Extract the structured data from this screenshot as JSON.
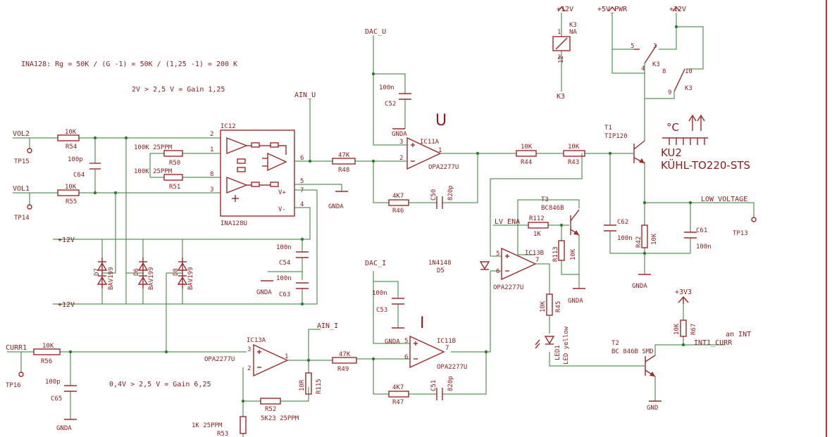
{
  "notes": {
    "ina128_formula": "INA128:  Rg = 50K / (G -1)  = 50K / (1,25 -1)  = 200 K",
    "gain_v": "2V > 2,5 V  = Gain 1,25",
    "gain_i": "0,4V > 2,5 V  = Gain 6,25"
  },
  "nets": {
    "vol2": "VOL2",
    "vol1": "VOL1",
    "curr1": "CURR1",
    "ain_u": "AIN_U",
    "ain_i": "AIN_I",
    "dac_u": "DAC_U",
    "dac_i": "DAC_I",
    "lv_ena": "LV_ENA",
    "low_voltage": "LOW_VOLTAGE",
    "int1_curr": "INT1_CURR",
    "an_int": "an INT",
    "p12v_a": "+12V",
    "p12v_b": "+12V",
    "p12v_left1": "+12V",
    "p12v_left2": "+12V",
    "p5v_pwr": "+5V_PWR",
    "p3v3": "+3V3",
    "k3_net": "K3"
  },
  "grounds": {
    "g1": "GNDA",
    "g2": "GNDA",
    "g3": "GNDA",
    "g4": "GNDA",
    "g5": "GNDA",
    "g6": "GNDA",
    "g7": "GNDA",
    "g8": "GNDA",
    "g9": "GNDA",
    "gnd": "GND"
  },
  "testpoints": {
    "tp15": "TP15",
    "tp14": "TP14",
    "tp16": "TP16",
    "tp13": "TP13"
  },
  "resistors": {
    "r54": {
      "ref": "R54",
      "val": "10K"
    },
    "r55": {
      "ref": "R55",
      "val": "10K"
    },
    "r50": {
      "ref": "R50",
      "val": "100K 25PPM"
    },
    "r51": {
      "ref": "R51",
      "val": "100K 25PPM"
    },
    "r48": {
      "ref": "R48",
      "val": "47K"
    },
    "r46": {
      "ref": "R46",
      "val": "4K7"
    },
    "r44": {
      "ref": "R44",
      "val": "10K"
    },
    "r43": {
      "ref": "R43",
      "val": "10K"
    },
    "r112": {
      "ref": "R112",
      "val": "1K"
    },
    "r113": {
      "ref": "R113",
      "val": "10K"
    },
    "r42": {
      "ref": "R42",
      "val": "10K"
    },
    "r45": {
      "ref": "R45",
      "val": "10K"
    },
    "r67": {
      "ref": "R67",
      "val": "10K"
    },
    "r56": {
      "ref": "R56",
      "val": "10K"
    },
    "r49": {
      "ref": "R49",
      "val": "47K"
    },
    "r47": {
      "ref": "R47",
      "val": "4K7"
    },
    "r115": {
      "ref": "R115",
      "val": "10R"
    },
    "r52": {
      "ref": "R52",
      "val": "5K23 25PPM"
    },
    "r53": {
      "ref": "R53",
      "val": "1K 25PPM"
    }
  },
  "capacitors": {
    "c64": {
      "ref": "C64",
      "val": "100p"
    },
    "c52": {
      "ref": "C52",
      "val": "100n"
    },
    "c50": {
      "ref": "C50",
      "val": "820p"
    },
    "c54": {
      "ref": "C54",
      "val": "100n"
    },
    "c63": {
      "ref": "C63",
      "val": "100n"
    },
    "c62": {
      "ref": "C62",
      "val": "100n"
    },
    "c61": {
      "ref": "C61",
      "val": "100n"
    },
    "c53": {
      "ref": "C53",
      "val": "100n"
    },
    "c51": {
      "ref": "C51",
      "val": "820p"
    },
    "c65": {
      "ref": "C65",
      "val": "100p"
    }
  },
  "diodes": {
    "d7": {
      "ref": "D7",
      "val": "BAV199"
    },
    "d6": {
      "ref": "D6",
      "val": "BAV199"
    },
    "d8": {
      "ref": "D8",
      "val": "BAV199"
    },
    "d5": {
      "ref": "D5",
      "val": "1N4148"
    },
    "led1": {
      "ref": "LED1",
      "val": "LED yellow"
    }
  },
  "ics": {
    "ic12": {
      "ref": "IC12",
      "val": "INA128U"
    },
    "ic11a": {
      "ref": "IC11A",
      "val": "OPA2277U"
    },
    "ic11b": {
      "ref": "IC11B",
      "val": "OPA2277U"
    },
    "ic13a": {
      "ref": "IC13A",
      "val": "OPA2277U"
    },
    "ic13b": {
      "ref": "IC13B",
      "val": "OPA2277U"
    }
  },
  "transistors": {
    "t1": {
      "ref": "T1",
      "val": "TIP120"
    },
    "t3": {
      "ref": "T3",
      "val": "BC846B"
    },
    "t2": {
      "ref": "T2",
      "val": "BC 846B SMD"
    }
  },
  "relay": {
    "ref": "K3",
    "val": "NA"
  },
  "heatsink": {
    "ref": "KU2",
    "val": "KÜHL-TO220-STS",
    "symbol": "°C"
  },
  "letters": {
    "u": "U",
    "i": "I"
  },
  "pins": {
    "ic12_2": "2",
    "ic12_1": "1",
    "ic12_8": "8",
    "ic12_3": "3",
    "ic12_6": "6",
    "ic12_5": "5",
    "ic12_7": "7",
    "ic12_4": "4",
    "ic12_vp": "V+",
    "ic12_vm": "V-",
    "ic11a_3": "3",
    "ic11a_2": "2",
    "ic11a_1": "1",
    "ic11b_5": "5",
    "ic11b_6": "6",
    "ic11b_7": "7",
    "ic13a_3": "3",
    "ic13a_2": "2",
    "ic13a_1": "1",
    "ic13b_5": "5",
    "ic13b_6": "6",
    "ic13b_7": "7",
    "k3_1": "1",
    "k3_2": "2",
    "k3_12": "12",
    "k3_5": "5",
    "k3_3": "3",
    "k3_4": "4",
    "k3_8": "8",
    "k3_9": "9",
    "k3_10": "10",
    "k3_k3a": "K3",
    "k3_k3b": "K3"
  },
  "colors": {
    "component": "#a12828",
    "wire": "#2f7d2f",
    "text": "#8b1a1a",
    "border": "#c03030"
  }
}
